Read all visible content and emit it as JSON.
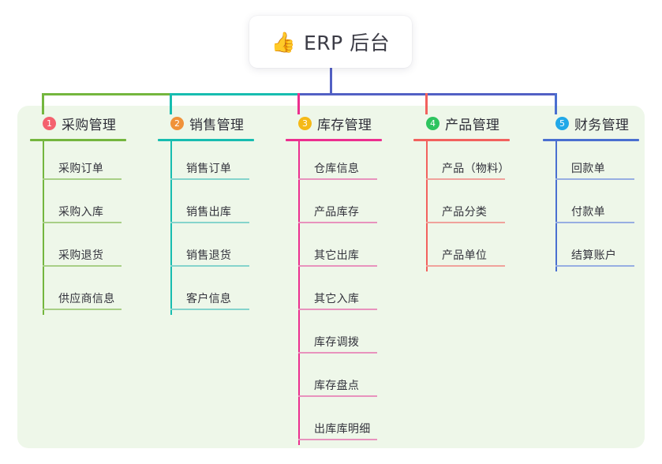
{
  "root": {
    "icon": "thumbs-up-icon",
    "icon_glyph": "👍",
    "title": "ERP 后台"
  },
  "canvas": {
    "panel_background": "#eef7e9",
    "page_background": "#ffffff",
    "root_line_color": "#5260c4"
  },
  "branches": [
    {
      "number": "1",
      "title": "采购管理",
      "badge_color": "#f4616e",
      "line_color": "#74b63e",
      "leaf_line_color": "#a8cf86",
      "connector_color": "#74b63e",
      "items": [
        {
          "label": "采购订单"
        },
        {
          "label": "采购入库"
        },
        {
          "label": "采购退货"
        },
        {
          "label": "供应商信息"
        }
      ]
    },
    {
      "number": "2",
      "title": "销售管理",
      "badge_color": "#f0923a",
      "line_color": "#17bdb0",
      "leaf_line_color": "#85d4cc",
      "connector_color": "#17bdb0",
      "items": [
        {
          "label": "销售订单"
        },
        {
          "label": "销售出库"
        },
        {
          "label": "销售退货"
        },
        {
          "label": "客户信息"
        }
      ]
    },
    {
      "number": "3",
      "title": "库存管理",
      "badge_color": "#f5b917",
      "line_color": "#ec2f8f",
      "leaf_line_color": "#e893bd",
      "connector_color": "#ec2f8f",
      "items": [
        {
          "label": "仓库信息"
        },
        {
          "label": "产品库存"
        },
        {
          "label": "其它出库"
        },
        {
          "label": "其它入库"
        },
        {
          "label": "库存调拨"
        },
        {
          "label": "库存盘点"
        },
        {
          "label": "出库库明细"
        }
      ]
    },
    {
      "number": "4",
      "title": "产品管理",
      "badge_color": "#2ec45f",
      "line_color": "#f2615e",
      "leaf_line_color": "#f0a29b",
      "connector_color": "#f2615e",
      "items": [
        {
          "label": "产品（物料）"
        },
        {
          "label": "产品分类"
        },
        {
          "label": "产品单位"
        }
      ]
    },
    {
      "number": "5",
      "title": "财务管理",
      "badge_color": "#21a8e8",
      "line_color": "#4a6fd0",
      "leaf_line_color": "#97aee2",
      "connector_color": "#4a6fd0",
      "items": [
        {
          "label": "回款单"
        },
        {
          "label": "付款单"
        },
        {
          "label": "结算账户"
        }
      ]
    }
  ]
}
